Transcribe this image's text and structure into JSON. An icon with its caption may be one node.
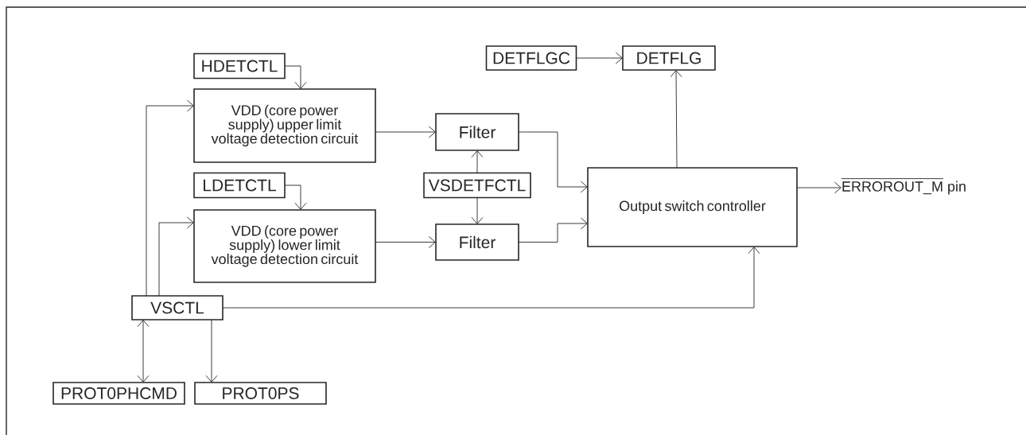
{
  "diagram": {
    "nodes": [
      {
        "text": [
          "HDETCTL"
        ]
      },
      {
        "text": [
          "VDD (core power supply) upper limit voltage detection circuit"
        ]
      },
      {
        "text": [
          "LDETCTL"
        ]
      },
      {
        "text": [
          "VDD (core power supply) lower limit voltage detection circuit"
        ]
      },
      {
        "text": [
          "Filter"
        ]
      },
      {
        "text": [
          "VSDETFCTL"
        ]
      },
      {
        "text": [
          "Filter"
        ]
      },
      {
        "text": [
          "DETFLGC"
        ]
      },
      {
        "text": [
          "DETFLG"
        ]
      },
      {
        "text": [
          "Output switch controller"
        ]
      },
      {
        "text": [
          "ERROROUT_M pin"
        ]
      },
      {
        "text": [
          "VSCTL"
        ]
      },
      {
        "text": [
          "PROT0PHCMD"
        ]
      },
      {
        "text": [
          "PROT0PS"
        ]
      }
    ],
    "edges": [
      {
        "from": 0,
        "to": 1,
        "arrow": "to"
      },
      {
        "from": 2,
        "to": 3,
        "arrow": "to"
      },
      {
        "from": 11,
        "to": 1,
        "arrow": "to"
      },
      {
        "from": 11,
        "to": 3,
        "arrow": "to"
      },
      {
        "from": 1,
        "to": 4,
        "arrow": "to"
      },
      {
        "from": 3,
        "to": 6,
        "arrow": "to"
      },
      {
        "from": 5,
        "to": 4,
        "arrow": "to"
      },
      {
        "from": 5,
        "to": 6,
        "arrow": "to"
      },
      {
        "from": 4,
        "to": 9,
        "arrow": "to"
      },
      {
        "from": 6,
        "to": 9,
        "arrow": "to"
      },
      {
        "from": 11,
        "to": 9,
        "arrow": "to"
      },
      {
        "from": 7,
        "to": 8,
        "arrow": "to"
      },
      {
        "from": 9,
        "to": 8,
        "arrow": "to"
      },
      {
        "from": 9,
        "to": 10,
        "arrow": "to"
      },
      {
        "from": 11,
        "to": 12,
        "arrow": "both"
      },
      {
        "from": 11,
        "to": 13,
        "arrow": "to"
      }
    ]
  }
}
